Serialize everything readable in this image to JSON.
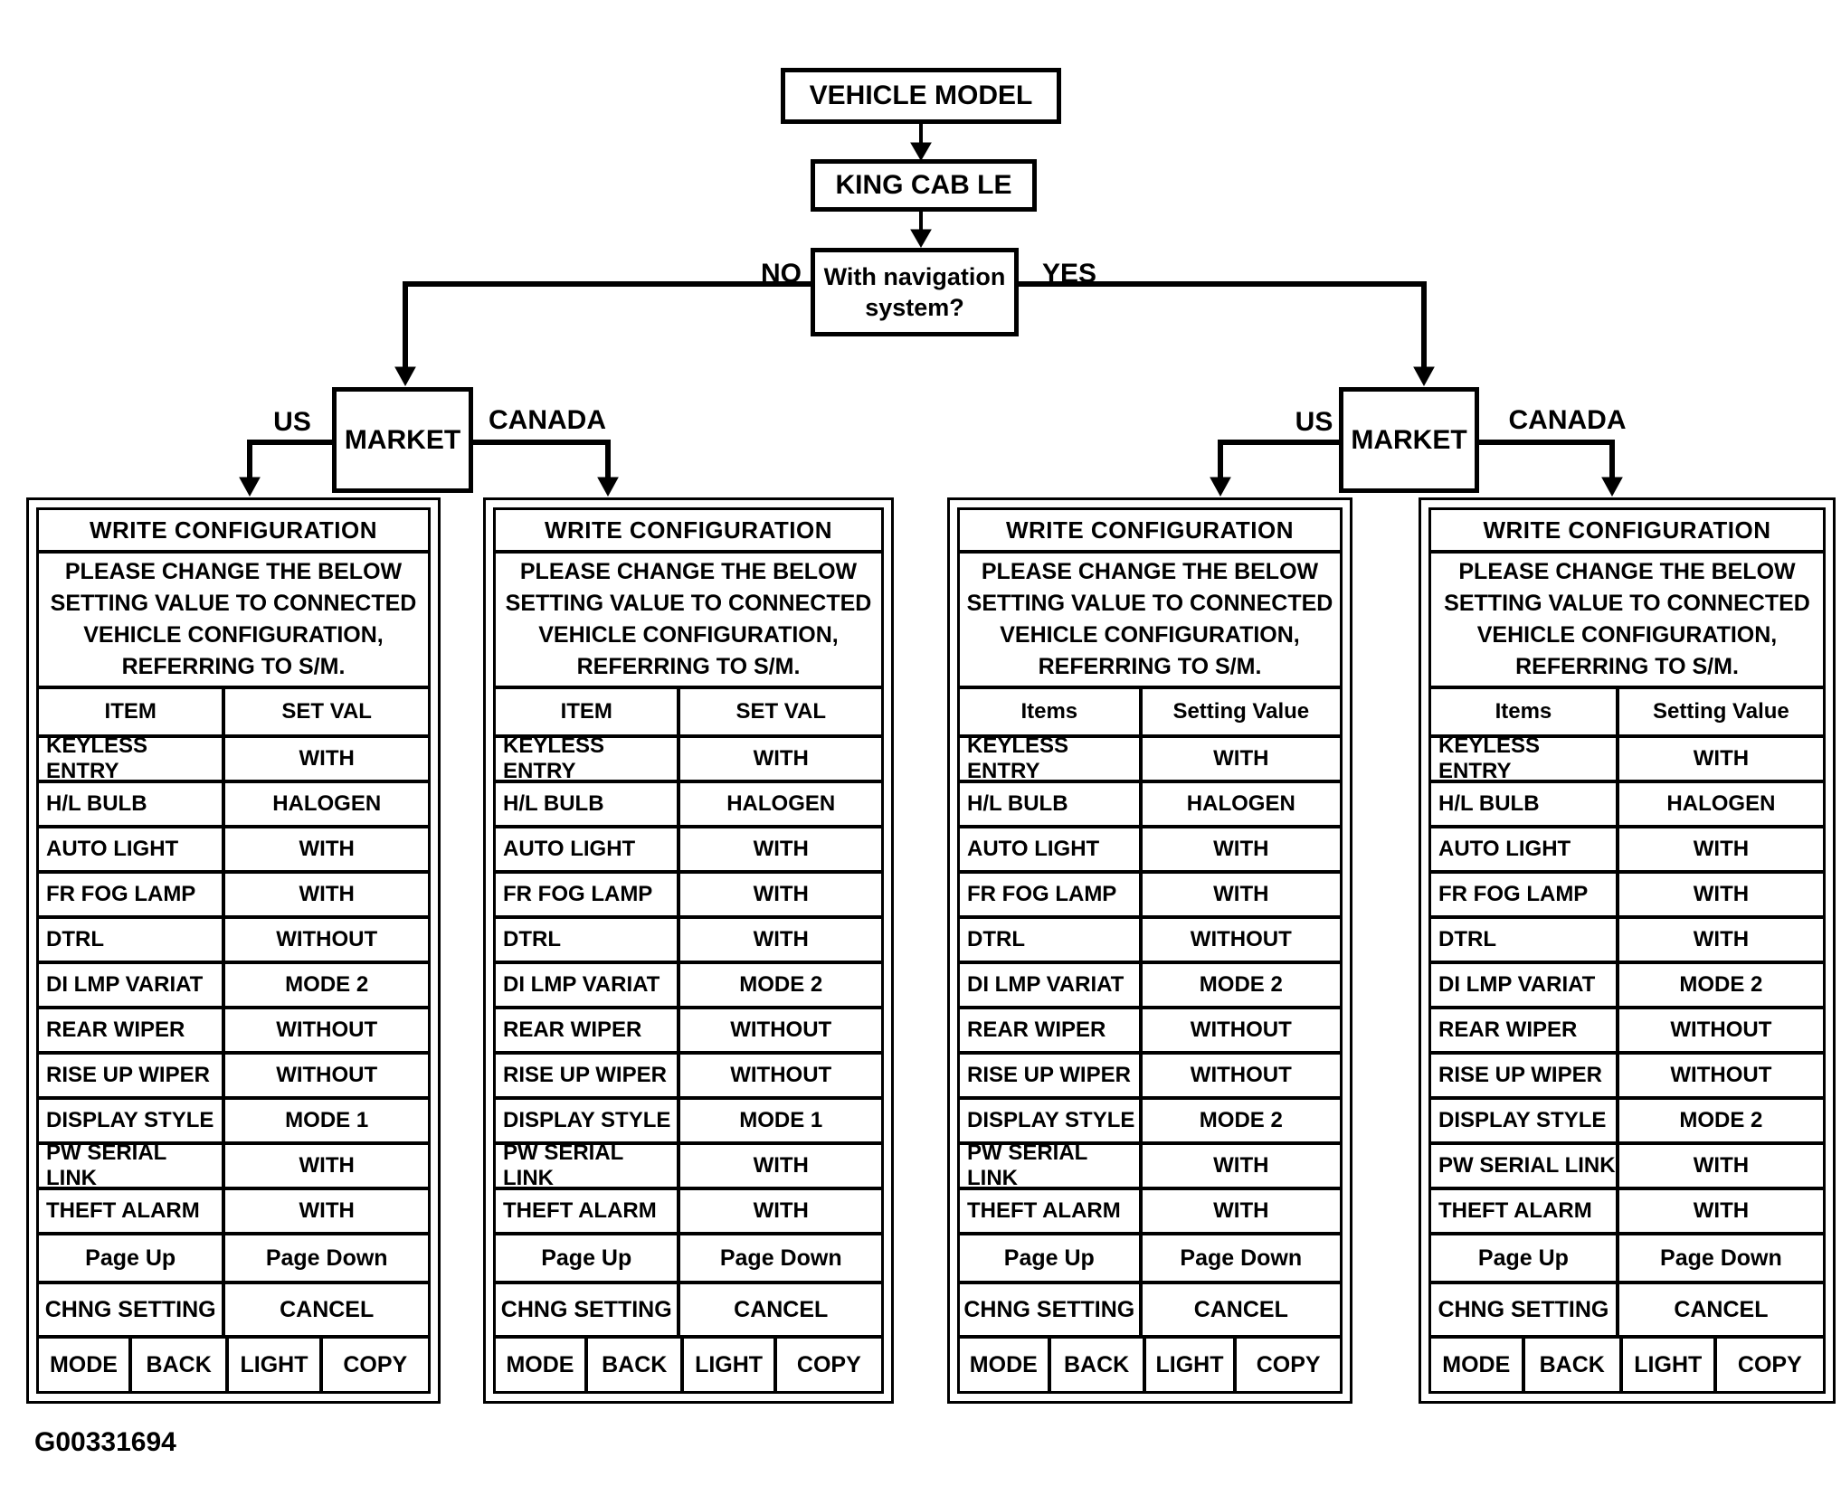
{
  "flow": {
    "vehicle_model": "VEHICLE MODEL",
    "king_cab": "KING CAB LE",
    "nav_question_line1": "With navigation",
    "nav_question_line2": "system?",
    "no_label": "NO",
    "yes_label": "YES",
    "market_left": "MARKET",
    "market_right": "MARKET",
    "us_left": "US",
    "canada_left": "CANADA",
    "us_right": "US",
    "canada_right": "CANADA",
    "figure_id": "G00331694"
  },
  "panels": [
    {
      "title": "WRITE CONFIGURATION",
      "message_lines": [
        "PLEASE CHANGE THE BELOW",
        "SETTING VALUE TO CONNECTED",
        "VEHICLE CONFIGURATION,",
        "REFERRING TO S/M."
      ],
      "col_item": "ITEM",
      "col_value": "SET VAL",
      "rows": [
        [
          "KEYLESS ENTRY",
          "WITH"
        ],
        [
          "H/L BULB",
          "HALOGEN"
        ],
        [
          "AUTO LIGHT",
          "WITH"
        ],
        [
          "FR FOG LAMP",
          "WITH"
        ],
        [
          "DTRL",
          "WITHOUT"
        ],
        [
          "DI LMP VARIAT",
          "MODE 2"
        ],
        [
          "REAR WIPER",
          "WITHOUT"
        ],
        [
          "RISE UP WIPER",
          "WITHOUT"
        ],
        [
          "DISPLAY STYLE",
          "MODE 1"
        ],
        [
          "PW SERIAL LINK",
          "WITH"
        ],
        [
          "THEFT ALARM",
          "WITH"
        ]
      ],
      "page_up": "Page Up",
      "page_down": "Page Down",
      "chng_setting": "CHNG SETTING",
      "cancel": "CANCEL",
      "buttons": [
        "MODE",
        "BACK",
        "LIGHT",
        "COPY"
      ]
    },
    {
      "title": "WRITE CONFIGURATION",
      "message_lines": [
        "PLEASE CHANGE THE BELOW",
        "SETTING VALUE TO CONNECTED",
        "VEHICLE CONFIGURATION,",
        "REFERRING TO S/M."
      ],
      "col_item": "ITEM",
      "col_value": "SET VAL",
      "rows": [
        [
          "KEYLESS ENTRY",
          "WITH"
        ],
        [
          "H/L BULB",
          "HALOGEN"
        ],
        [
          "AUTO LIGHT",
          "WITH"
        ],
        [
          "FR FOG LAMP",
          "WITH"
        ],
        [
          "DTRL",
          "WITH"
        ],
        [
          "DI LMP VARIAT",
          "MODE 2"
        ],
        [
          "REAR WIPER",
          "WITHOUT"
        ],
        [
          "RISE UP WIPER",
          "WITHOUT"
        ],
        [
          "DISPLAY STYLE",
          "MODE 1"
        ],
        [
          "PW SERIAL LINK",
          "WITH"
        ],
        [
          "THEFT ALARM",
          "WITH"
        ]
      ],
      "page_up": "Page Up",
      "page_down": "Page Down",
      "chng_setting": "CHNG SETTING",
      "cancel": "CANCEL",
      "buttons": [
        "MODE",
        "BACK",
        "LIGHT",
        "COPY"
      ]
    },
    {
      "title": "WRITE CONFIGURATION",
      "message_lines": [
        "PLEASE CHANGE THE BELOW",
        "SETTING VALUE TO CONNECTED",
        "VEHICLE CONFIGURATION,",
        "REFERRING TO S/M."
      ],
      "col_item": "Items",
      "col_value": "Setting Value",
      "rows": [
        [
          "KEYLESS ENTRY",
          "WITH"
        ],
        [
          "H/L BULB",
          "HALOGEN"
        ],
        [
          "AUTO LIGHT",
          "WITH"
        ],
        [
          "FR FOG LAMP",
          "WITH"
        ],
        [
          "DTRL",
          "WITHOUT"
        ],
        [
          "DI LMP VARIAT",
          "MODE 2"
        ],
        [
          "REAR WIPER",
          "WITHOUT"
        ],
        [
          "RISE UP WIPER",
          "WITHOUT"
        ],
        [
          "DISPLAY STYLE",
          "MODE 2"
        ],
        [
          "PW SERIAL LINK",
          "WITH"
        ],
        [
          "THEFT ALARM",
          "WITH"
        ]
      ],
      "page_up": "Page Up",
      "page_down": "Page Down",
      "chng_setting": "CHNG SETTING",
      "cancel": "CANCEL",
      "buttons": [
        "MODE",
        "BACK",
        "LIGHT",
        "COPY"
      ]
    },
    {
      "title": "WRITE CONFIGURATION",
      "message_lines": [
        "PLEASE CHANGE THE BELOW",
        "SETTING VALUE TO CONNECTED",
        "VEHICLE CONFIGURATION,",
        "REFERRING TO S/M."
      ],
      "col_item": "Items",
      "col_value": "Setting Value",
      "rows": [
        [
          "KEYLESS ENTRY",
          "WITH"
        ],
        [
          "H/L BULB",
          "HALOGEN"
        ],
        [
          "AUTO LIGHT",
          "WITH"
        ],
        [
          "FR FOG LAMP",
          "WITH"
        ],
        [
          "DTRL",
          "WITH"
        ],
        [
          "DI LMP VARIAT",
          "MODE 2"
        ],
        [
          "REAR WIPER",
          "WITHOUT"
        ],
        [
          "RISE UP WIPER",
          "WITHOUT"
        ],
        [
          "DISPLAY STYLE",
          "MODE 2"
        ],
        [
          "PW SERIAL LINK",
          "WITH"
        ],
        [
          "THEFT ALARM",
          "WITH"
        ]
      ],
      "page_up": "Page Up",
      "page_down": "Page Down",
      "chng_setting": "CHNG SETTING",
      "cancel": "CANCEL",
      "buttons": [
        "MODE",
        "BACK",
        "LIGHT",
        "COPY"
      ]
    }
  ]
}
